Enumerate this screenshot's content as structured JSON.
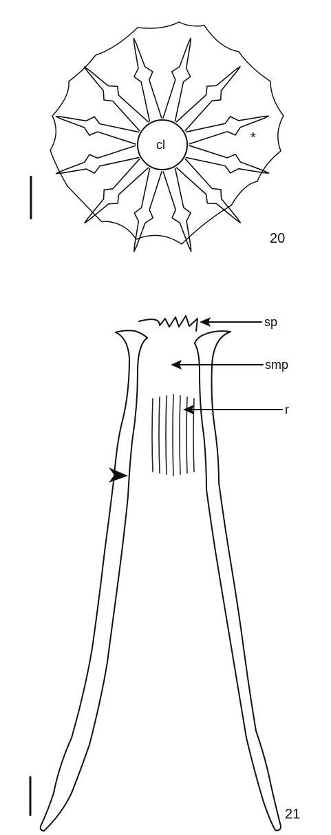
{
  "figure20": {
    "center_label": "cl",
    "asterisk": "*",
    "number": "20"
  },
  "figure21": {
    "labels": {
      "sp": "sp",
      "smp": "smp",
      "r": "r"
    },
    "number": "21"
  },
  "colors": {
    "line": "#111111",
    "background": "#ffffff"
  }
}
